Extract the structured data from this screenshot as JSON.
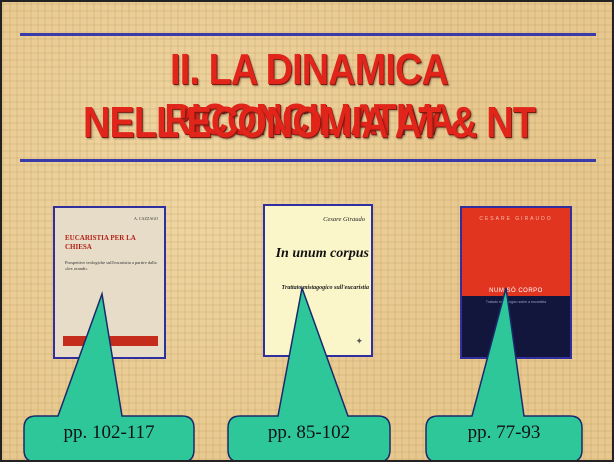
{
  "slide": {
    "title_line1": "II. LA DINAMICA RICONCILIATIVA",
    "title_line2": "NELL'ECONOMIA AT & NT"
  },
  "books": [
    {
      "author": "A. CAZZAGO",
      "title": "EUCARISTIA PER LA CHIESA",
      "subtitle": "Prospettive teologiche sull'eucaristia a partire dalla «lex orandi»"
    },
    {
      "author": "Cesare Giraudo",
      "title": "In unum corpus",
      "subtitle": "Trattato mistagogico sull'eucaristia"
    },
    {
      "author": "CESARE GIRAUDO",
      "title": "NUM SÓ CORPO",
      "subtitle": "Tratado mistagógico sobre a eucaristia"
    }
  ],
  "callouts": [
    {
      "label": "pp. 102-117"
    },
    {
      "label": "pp. 85-102"
    },
    {
      "label": "pp. 77-93"
    }
  ],
  "colors": {
    "background": "#e7c88e",
    "title_red": "#e1251b",
    "rule_blue": "#3a3aa8",
    "callout_green": "#2ec79a"
  }
}
